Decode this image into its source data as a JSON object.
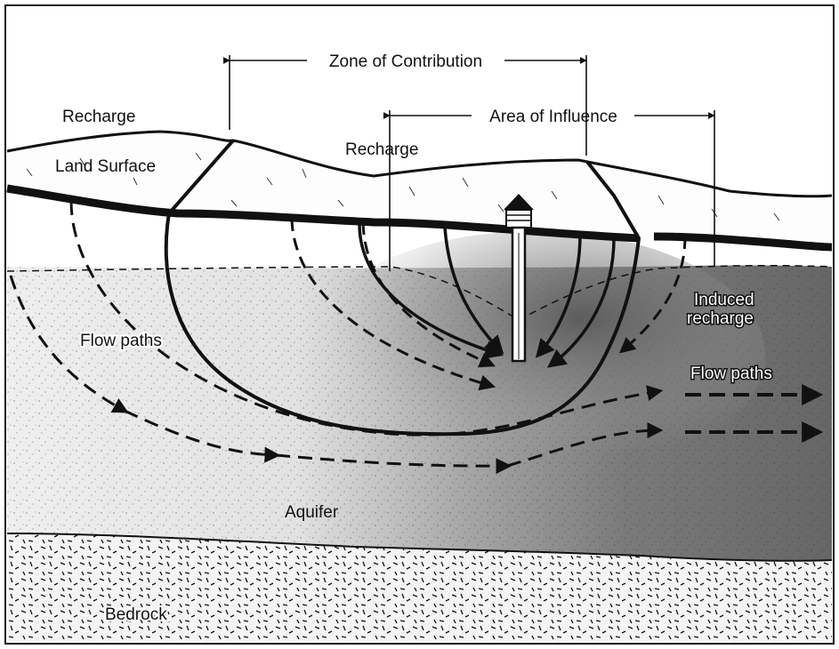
{
  "labels": {
    "zone_of_contribution": "Zone of Contribution",
    "area_of_influence": "Area of Influence",
    "recharge_left": "Recharge",
    "recharge_center": "Recharge",
    "land_surface": "Land Surface",
    "flow_paths_left": "Flow paths",
    "flow_paths_right": "Flow paths",
    "induced_recharge_line1": "Induced",
    "induced_recharge_line2": "recharge",
    "aquifer": "Aquifer",
    "bedrock": "Bedrock"
  },
  "colors": {
    "ink": "#111111",
    "paper": "#ffffff",
    "aquifer_light": "#e6e6e6",
    "aquifer_dark": "#6e6e6e",
    "bedrock_bg": "#f4f4f4"
  },
  "icons": {
    "well": "well-icon"
  }
}
